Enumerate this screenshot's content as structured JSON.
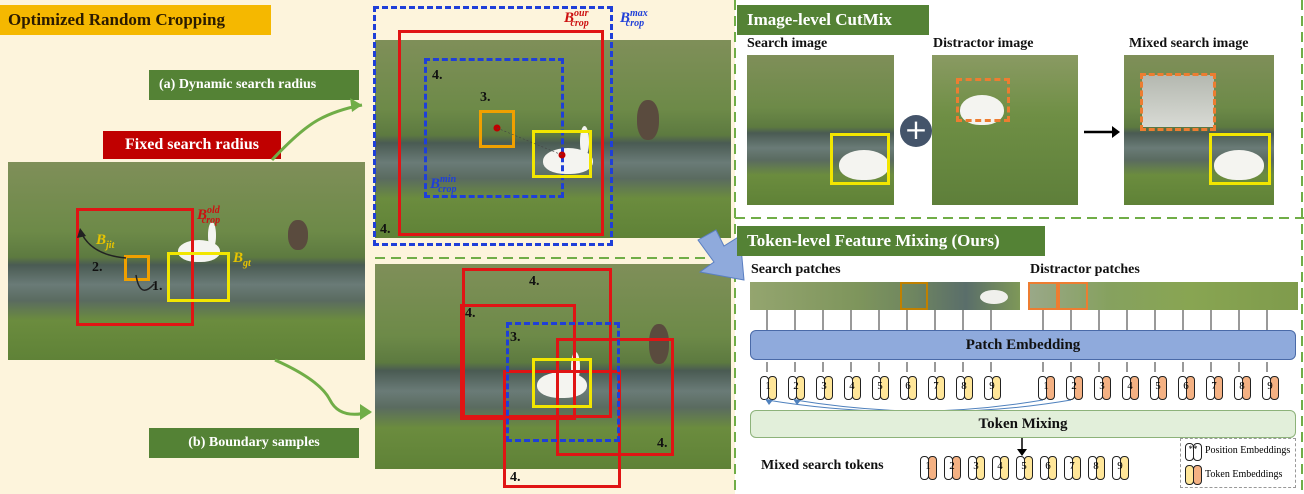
{
  "left_panel": {
    "title": "Optimized Random Cropping",
    "fixed_radius_label": "Fixed search radius",
    "dynamic_label": "(a) Dynamic search radius",
    "boundary_label": "(b) Boundary samples",
    "b_old_crop": "B",
    "b_old_sub": "crop",
    "b_old_sup": "old",
    "b_jit": "B",
    "b_jit_sub": "jit",
    "b_gt": "B",
    "b_gt_sub": "gt",
    "b_our_crop": "B",
    "b_our_sub": "crop",
    "b_our_sup": "our",
    "b_max_crop": "B",
    "b_max_sub": "crop",
    "b_max_sup": "max",
    "b_min_crop": "B",
    "b_min_sub": "crop",
    "b_min_sup": "min",
    "step1": "1.",
    "step2": "2.",
    "step3": "3.",
    "step4": "4."
  },
  "right_panel": {
    "cutmix_title": "Image-level CutMix",
    "search_image": "Search image",
    "distractor_image": "Distractor image",
    "mixed_image": "Mixed search image",
    "plus": "+",
    "token_title": "Token-level Feature Mixing (Ours)",
    "search_patches": "Search patches",
    "distractor_patches": "Distractor patches",
    "patch_embedding": "Patch Embedding",
    "token_mixing": "Token Mixing",
    "mixed_tokens": "Mixed search tokens",
    "legend_pos": "Position Embeddings",
    "legend_tok": "Token Embeddings",
    "legend_star": "**"
  },
  "tokens_search": [
    "1",
    "2",
    "3",
    "4",
    "5",
    "6",
    "7",
    "8",
    "9"
  ],
  "tokens_distractor": [
    "1",
    "2",
    "3",
    "4",
    "5",
    "6",
    "7",
    "8",
    "9"
  ],
  "tokens_mixed": [
    "1",
    "2",
    "3",
    "4",
    "5",
    "6",
    "7",
    "8",
    "9"
  ],
  "colors": {
    "red_box": "#e01414",
    "blue_box": "#1f3fd8",
    "yellow_box": "#f2e600",
    "orange_box": "#f0a000",
    "green": "#548235",
    "patch_embed": "#8faadc",
    "token_mixing": "#e2efda",
    "search_token": "#ffe699",
    "distractor_token": "#f4b183"
  }
}
